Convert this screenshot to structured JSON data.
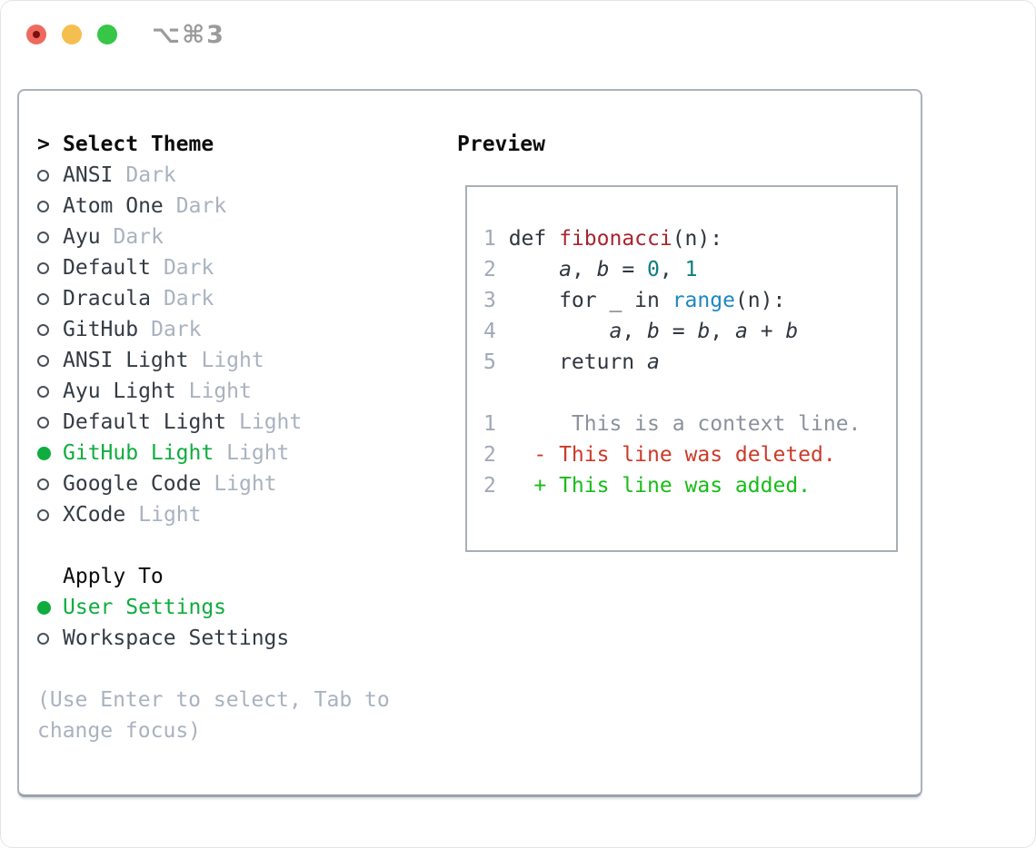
{
  "window": {
    "title": "⌥⌘3"
  },
  "theme_list": {
    "cursor": ">",
    "header": "Select Theme",
    "items": [
      {
        "label": "ANSI",
        "variant": "Dark",
        "selected": false
      },
      {
        "label": "Atom One",
        "variant": "Dark",
        "selected": false
      },
      {
        "label": "Ayu",
        "variant": "Dark",
        "selected": false
      },
      {
        "label": "Default",
        "variant": "Dark",
        "selected": false
      },
      {
        "label": "Dracula",
        "variant": "Dark",
        "selected": false
      },
      {
        "label": "GitHub",
        "variant": "Dark",
        "selected": false
      },
      {
        "label": "ANSI Light",
        "variant": "Light",
        "selected": false
      },
      {
        "label": "Ayu Light",
        "variant": "Light",
        "selected": false
      },
      {
        "label": "Default Light",
        "variant": "Light",
        "selected": false
      },
      {
        "label": "GitHub Light",
        "variant": "Light",
        "selected": true
      },
      {
        "label": "Google Code",
        "variant": "Light",
        "selected": false
      },
      {
        "label": "XCode",
        "variant": "Light",
        "selected": false
      }
    ]
  },
  "apply_to": {
    "header": "Apply To",
    "options": [
      {
        "label": "User Settings",
        "selected": true
      },
      {
        "label": "Workspace Settings",
        "selected": false
      }
    ]
  },
  "footer": {
    "lines": [
      "(Use Enter to select, Tab to",
      "change focus)"
    ]
  },
  "preview": {
    "title": "Preview",
    "lines": [
      {
        "num": "1",
        "tokens": [
          {
            "t": "def ",
            "s": "plain"
          },
          {
            "t": "fibonacci",
            "s": "function"
          },
          {
            "t": "(n):",
            "s": "plain"
          }
        ]
      },
      {
        "num": "2",
        "tokens": [
          {
            "t": "    ",
            "s": "plain"
          },
          {
            "t": "a",
            "s": "variable"
          },
          {
            "t": ", ",
            "s": "plain"
          },
          {
            "t": "b",
            "s": "variable"
          },
          {
            "t": " = ",
            "s": "plain"
          },
          {
            "t": "0",
            "s": "number"
          },
          {
            "t": ", ",
            "s": "plain"
          },
          {
            "t": "1",
            "s": "number"
          }
        ]
      },
      {
        "num": "3",
        "tokens": [
          {
            "t": "    for _ in ",
            "s": "plain"
          },
          {
            "t": "range",
            "s": "builtin"
          },
          {
            "t": "(n):",
            "s": "plain"
          }
        ]
      },
      {
        "num": "4",
        "tokens": [
          {
            "t": "        ",
            "s": "plain"
          },
          {
            "t": "a",
            "s": "variable"
          },
          {
            "t": ", ",
            "s": "plain"
          },
          {
            "t": "b",
            "s": "variable"
          },
          {
            "t": " = ",
            "s": "plain"
          },
          {
            "t": "b",
            "s": "variable"
          },
          {
            "t": ", ",
            "s": "plain"
          },
          {
            "t": "a",
            "s": "variable"
          },
          {
            "t": " + ",
            "s": "plain"
          },
          {
            "t": "b",
            "s": "variable"
          }
        ]
      },
      {
        "num": "5",
        "tokens": [
          {
            "t": "    return ",
            "s": "plain"
          },
          {
            "t": "a",
            "s": "variable"
          }
        ]
      },
      {
        "num": "",
        "tokens": []
      },
      {
        "num": "1",
        "tokens": [
          {
            "t": "     This is a context line.",
            "s": "context"
          }
        ]
      },
      {
        "num": "2",
        "tokens": [
          {
            "t": "  - This line was deleted.",
            "s": "deleted"
          }
        ]
      },
      {
        "num": "2",
        "tokens": [
          {
            "t": "  + This line was added.",
            "s": "added"
          }
        ]
      }
    ]
  },
  "colors": {
    "accent_green": "#0ead3e",
    "muted_gray": "#a9b2bf",
    "label_dark": "#343b44",
    "function_red": "#a8252e",
    "number_teal": "#0e7c80",
    "builtin_blue": "#1e87c4",
    "context_gray": "#8b929c",
    "diff_deleted_red": "#cc3a29",
    "diff_added_green": "#17bd17",
    "line_number_gray": "#9fa9b8",
    "border_gray": "#a9afb8",
    "traffic_red": "#ee6a5e",
    "traffic_yellow": "#f5bf4f",
    "traffic_green": "#37c648"
  }
}
